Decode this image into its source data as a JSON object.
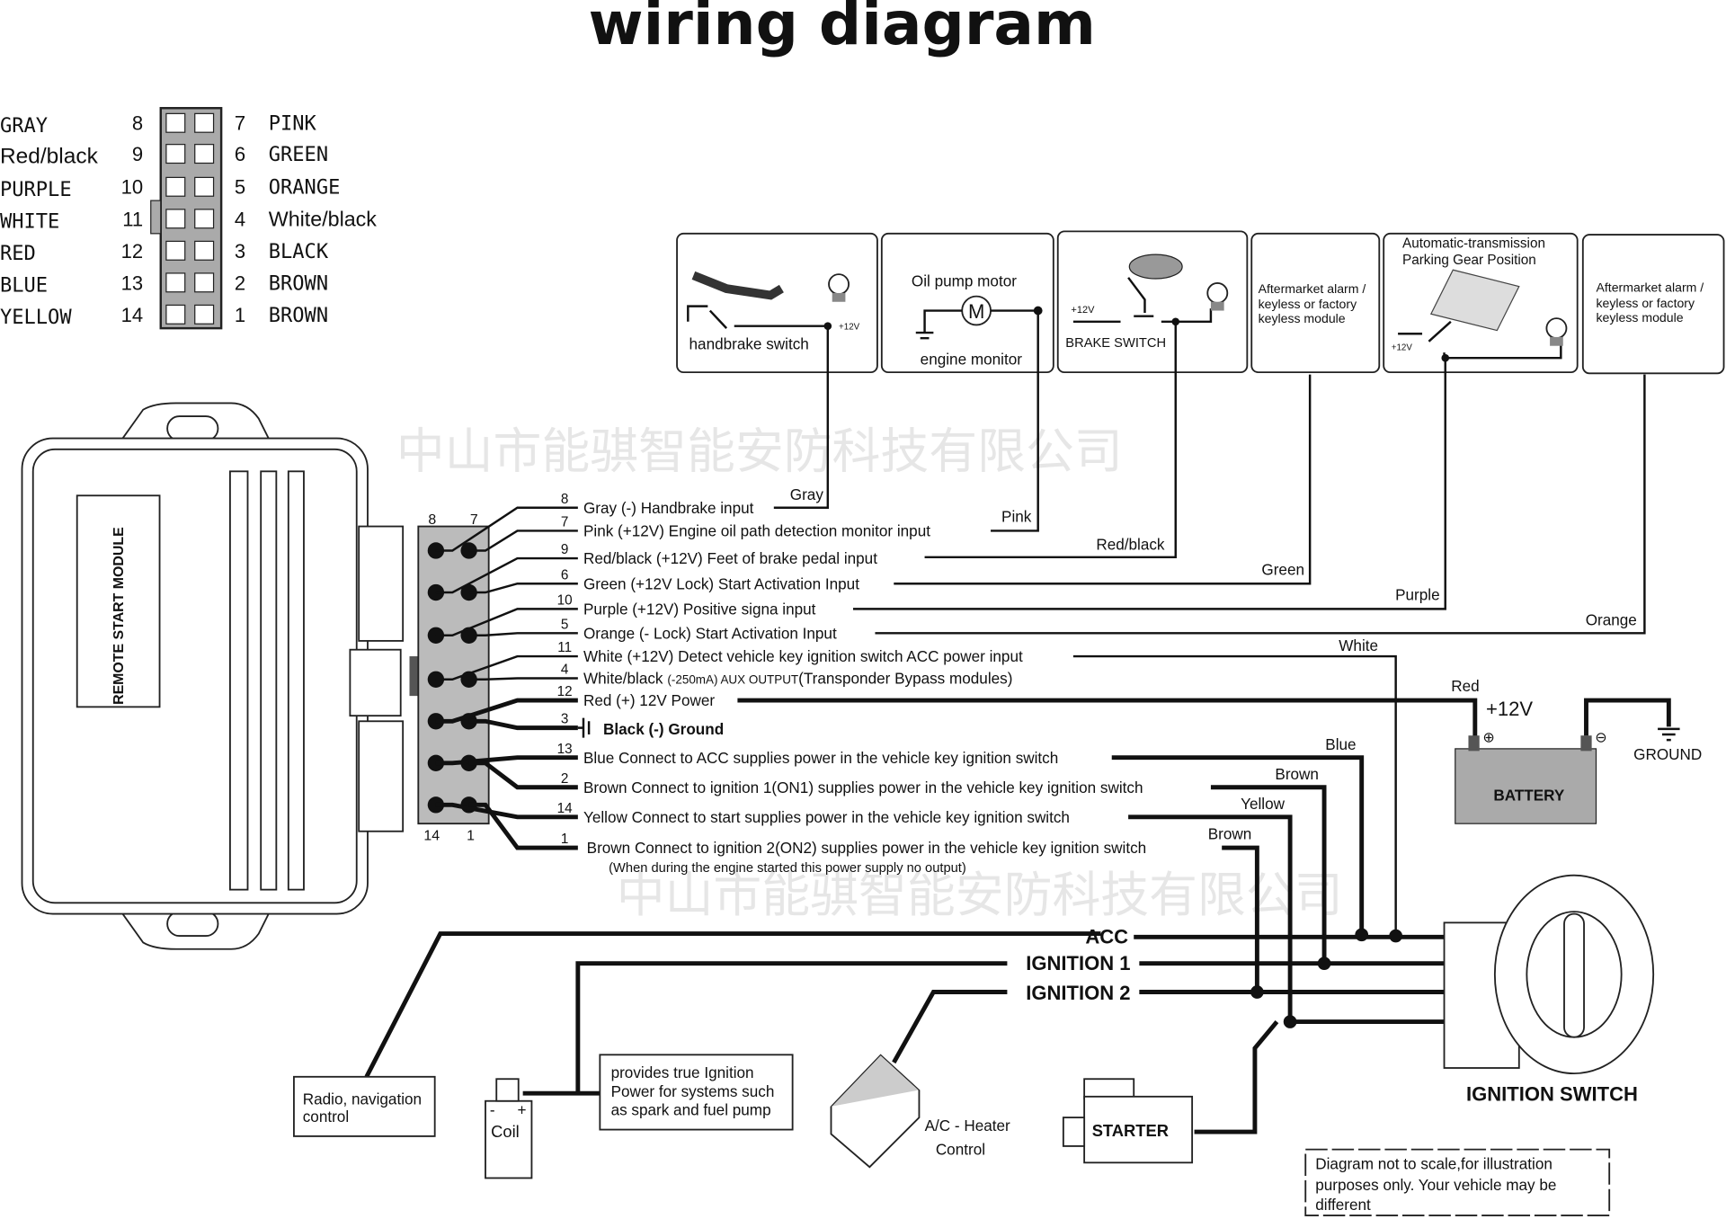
{
  "title": "wiring diagram",
  "watermark": "中山市能骐智能安防科技有限公司",
  "pinout": {
    "left": [
      {
        "color": "GRAY",
        "pin": "8"
      },
      {
        "color": "Red/black",
        "pin": "9"
      },
      {
        "color": "PURPLE",
        "pin": "10"
      },
      {
        "color": "WHITE",
        "pin": "11"
      },
      {
        "color": "RED",
        "pin": "12"
      },
      {
        "color": "BLUE",
        "pin": "13"
      },
      {
        "color": "YELLOW",
        "pin": "14"
      }
    ],
    "right": [
      {
        "pin": "7",
        "color": "PINK"
      },
      {
        "pin": "6",
        "color": "GREEN"
      },
      {
        "pin": "5",
        "color": "ORANGE"
      },
      {
        "pin": "4",
        "color": "White/black"
      },
      {
        "pin": "3",
        "color": "BLACK"
      },
      {
        "pin": "2",
        "color": "BROWN"
      },
      {
        "pin": "1",
        "color": "BROWN"
      }
    ]
  },
  "module": {
    "label": "REMOTE START MODULE",
    "connector_top": [
      "8",
      "7"
    ],
    "connector_bottom": [
      "14",
      "1"
    ]
  },
  "panels": {
    "handbrake": {
      "label": "handbrake switch",
      "v": "+12V"
    },
    "oil": {
      "title": "Oil pump motor",
      "motor": "M",
      "label": "engine monitor"
    },
    "brake": {
      "label": "BRAKE SWITCH",
      "v": "+12V"
    },
    "alarm1": {
      "lines": [
        "Aftermarket alarm /",
        "keyless or factory",
        "keyless module"
      ]
    },
    "gear": {
      "lines": [
        "Automatic-transmission",
        "Parking Gear Position"
      ],
      "v": "+12V"
    },
    "alarm2": {
      "lines": [
        "Aftermarket alarm /",
        "keyless or factory",
        "keyless module"
      ]
    }
  },
  "wires": [
    {
      "pin": "8",
      "desc": "Gray  (-) Handbrake input",
      "tag": "Gray"
    },
    {
      "pin": "7",
      "desc": "Pink (+12V) Engine oil path detection monitor input",
      "tag": "Pink"
    },
    {
      "pin": "9",
      "desc": "Red/black  (+12V) Feet of brake pedal input",
      "tag": "Red/black"
    },
    {
      "pin": "6",
      "desc": "Green (+12V Lock) Start Activation Input",
      "tag": "Green"
    },
    {
      "pin": "10",
      "desc": "Purple  (+12V) Positive signa input",
      "tag": "Purple"
    },
    {
      "pin": "5",
      "desc": "Orange  (- Lock)  Start Activation Input",
      "tag": "Orange"
    },
    {
      "pin": "11",
      "desc": "White  (+12V) Detect vehicle key ignition switch ACC power input",
      "tag": "White"
    },
    {
      "pin": "4",
      "desc": "White/black",
      "desc_small": "(-250mA) AUX OUTPUT",
      "desc_tail": "(Transponder Bypass modules)"
    },
    {
      "pin": "12",
      "desc": "Red  (+) 12V Power",
      "tag": "Red"
    },
    {
      "pin": "3",
      "desc": "Black  (-) Ground"
    },
    {
      "pin": "13",
      "desc": "Blue  Connect to ACC supplies power in the vehicle key ignition switch",
      "tag": "Blue"
    },
    {
      "pin": "2",
      "desc": "Brown  Connect to ignition 1(ON1) supplies power in the vehicle key ignition switch",
      "tag": "Brown"
    },
    {
      "pin": "14",
      "desc": "Yellow  Connect to start supplies power in the vehicle key ignition switch",
      "tag": "Yellow"
    },
    {
      "pin": "1",
      "desc": "Brown  Connect to ignition 2(ON2) supplies power in the vehicle key ignition switch",
      "tag": "Brown"
    }
  ],
  "wire_note": "(When during the engine started this power supply no output)",
  "battery": {
    "label": "BATTERY",
    "plus": "+12V",
    "ground": "GROUND"
  },
  "ignition": {
    "acc": "ACC",
    "ign1": "IGNITION 1",
    "ign2": "IGNITION 2",
    "switch_label": "IGNITION SWITCH"
  },
  "devices": {
    "radio": [
      "Radio, navigation",
      "control"
    ],
    "coil": {
      "label": "Coil",
      "minus": "-",
      "plus": "+"
    },
    "true_ign": [
      "provides true Ignition",
      "Power for systems such",
      "as spark and fuel pump"
    ],
    "ac": [
      "A/C - Heater",
      "Control"
    ],
    "starter": "STARTER"
  },
  "disclaimer": [
    "Diagram not to scale,for illustration",
    "purposes only. Your vehicle may be",
    "different"
  ]
}
